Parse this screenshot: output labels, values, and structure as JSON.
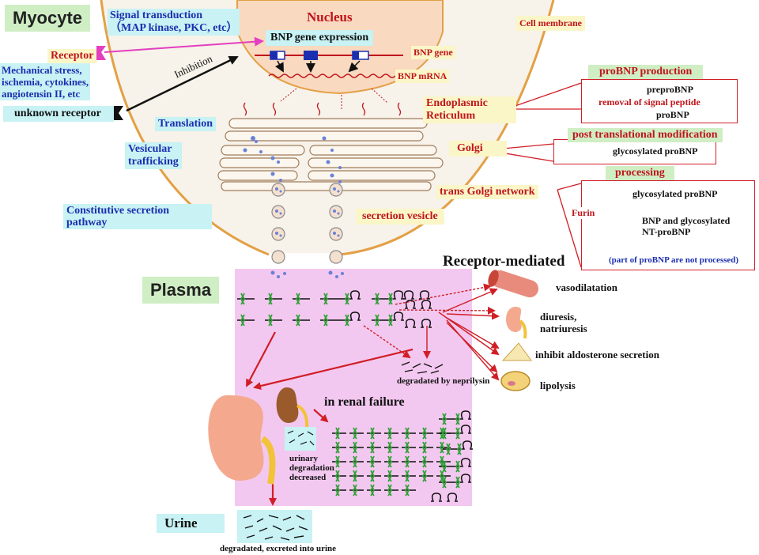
{
  "header": {
    "myocyte": "Myocyte",
    "plasma": "Plasma"
  },
  "cell": {
    "nucleus": "Nucleus",
    "bnp_gene_expression": "BNP gene expression",
    "bnp_gene": "BNP gene",
    "bnp_mrna": "BNP mRNA",
    "cell_membrane": "Cell membrane",
    "endoplasmic_reticulum": "Endoplasmic\nReticulum",
    "golgi": "Golgi",
    "trans_golgi": "trans Golgi network",
    "secretion_vesicle": "secretion vesicle",
    "inhibition": "Inhibition"
  },
  "left_labels": {
    "signal_transduction_1": "Signal transduction",
    "signal_transduction_2": "（MAP kinase, PKC, etc）",
    "receptor": "Receptor",
    "stimuli_1": "Mechanical stress,",
    "stimuli_2": "ischemia, cytokines,",
    "stimuli_3": "angiotensin II, etc",
    "unknown_receptor": "unknown receptor",
    "translation": "Translation",
    "vesicular_1": "Vesicular",
    "vesicular_2": "trafficking",
    "constitutive_1": "Constitutive secretion",
    "constitutive_2": "pathway"
  },
  "right_panels": {
    "probnp_production": "proBNP production",
    "prepro": "preproBNP",
    "removal": "removal of signal peptide",
    "probnp": "proBNP",
    "post_translational": "post translational modification",
    "glycosylated_probnp_1": "glycosylated proBNP",
    "processing": "processing",
    "glycosylated_probnp_2": "glycosylated proBNP",
    "furin": "Furin",
    "bnp_and_nt_1": "BNP and glycosylated",
    "bnp_and_nt_2": "NT-proBNP",
    "not_processed": "(part of proBNP are not processed)"
  },
  "effects": {
    "receptor_mediated": "Receptor-mediated",
    "vasodilatation": "vasodilatation",
    "diuresis_1": "diuresis,",
    "diuresis_2": "natriuresis",
    "aldosterone": "inhibit aldosterone secretion",
    "lipolysis": "lipolysis"
  },
  "plasma_labels": {
    "neprilysin": "degradated by neprilysin",
    "renal_failure": "in renal failure",
    "urinary_1": "urinary",
    "urinary_2": "degradation",
    "urinary_3": "decreased",
    "urine": "Urine",
    "excreted": "degradated, excreted into urine"
  },
  "colors": {
    "cell_fill": "#f7f2ea",
    "membrane": "#e3a045",
    "nucleus_fill": "#f9d9bf",
    "plasma_fill": "#f3c8f0",
    "arrow_red": "#d01e26",
    "peptide_green": "#2fa236"
  }
}
